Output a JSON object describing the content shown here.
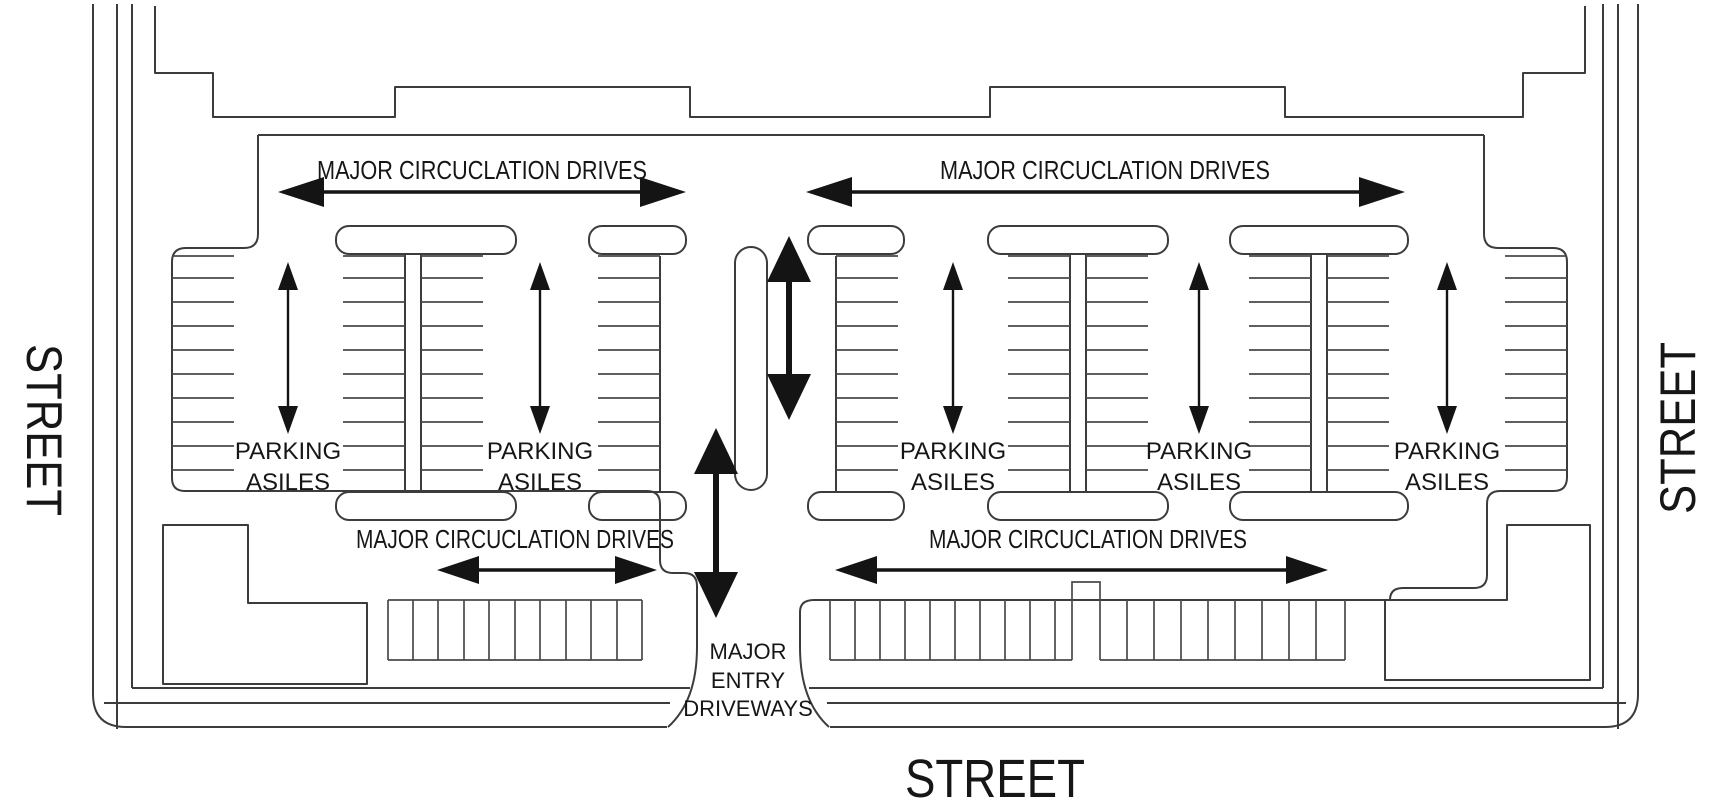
{
  "colors": {
    "ink": "#141414",
    "line": "#3c3c3c",
    "background": "#ffffff"
  },
  "labels": {
    "street_left": "STREET",
    "street_right": "STREET",
    "street_bottom": "STREET",
    "circulation_drives": [
      "MAJOR CIRCUCLATION DRIVES",
      "MAJOR CIRCUCLATION DRIVES",
      "MAJOR CIRCUCLATION DRIVES",
      "MAJOR CIRCUCLATION DRIVES"
    ],
    "parking_aisles": [
      {
        "line1": "PARKING",
        "line2": "ASILES"
      },
      {
        "line1": "PARKING",
        "line2": "ASILES"
      },
      {
        "line1": "PARKING",
        "line2": "ASILES"
      },
      {
        "line1": "PARKING",
        "line2": "ASILES"
      },
      {
        "line1": "PARKING",
        "line2": "ASILES"
      }
    ],
    "entry_driveway": {
      "line1": "MAJOR",
      "line2": "ENTRY",
      "line3": "DRIVEWAYS"
    }
  },
  "icons": {
    "horizontal_double_arrow": "↔",
    "vertical_double_arrow": "↕"
  }
}
